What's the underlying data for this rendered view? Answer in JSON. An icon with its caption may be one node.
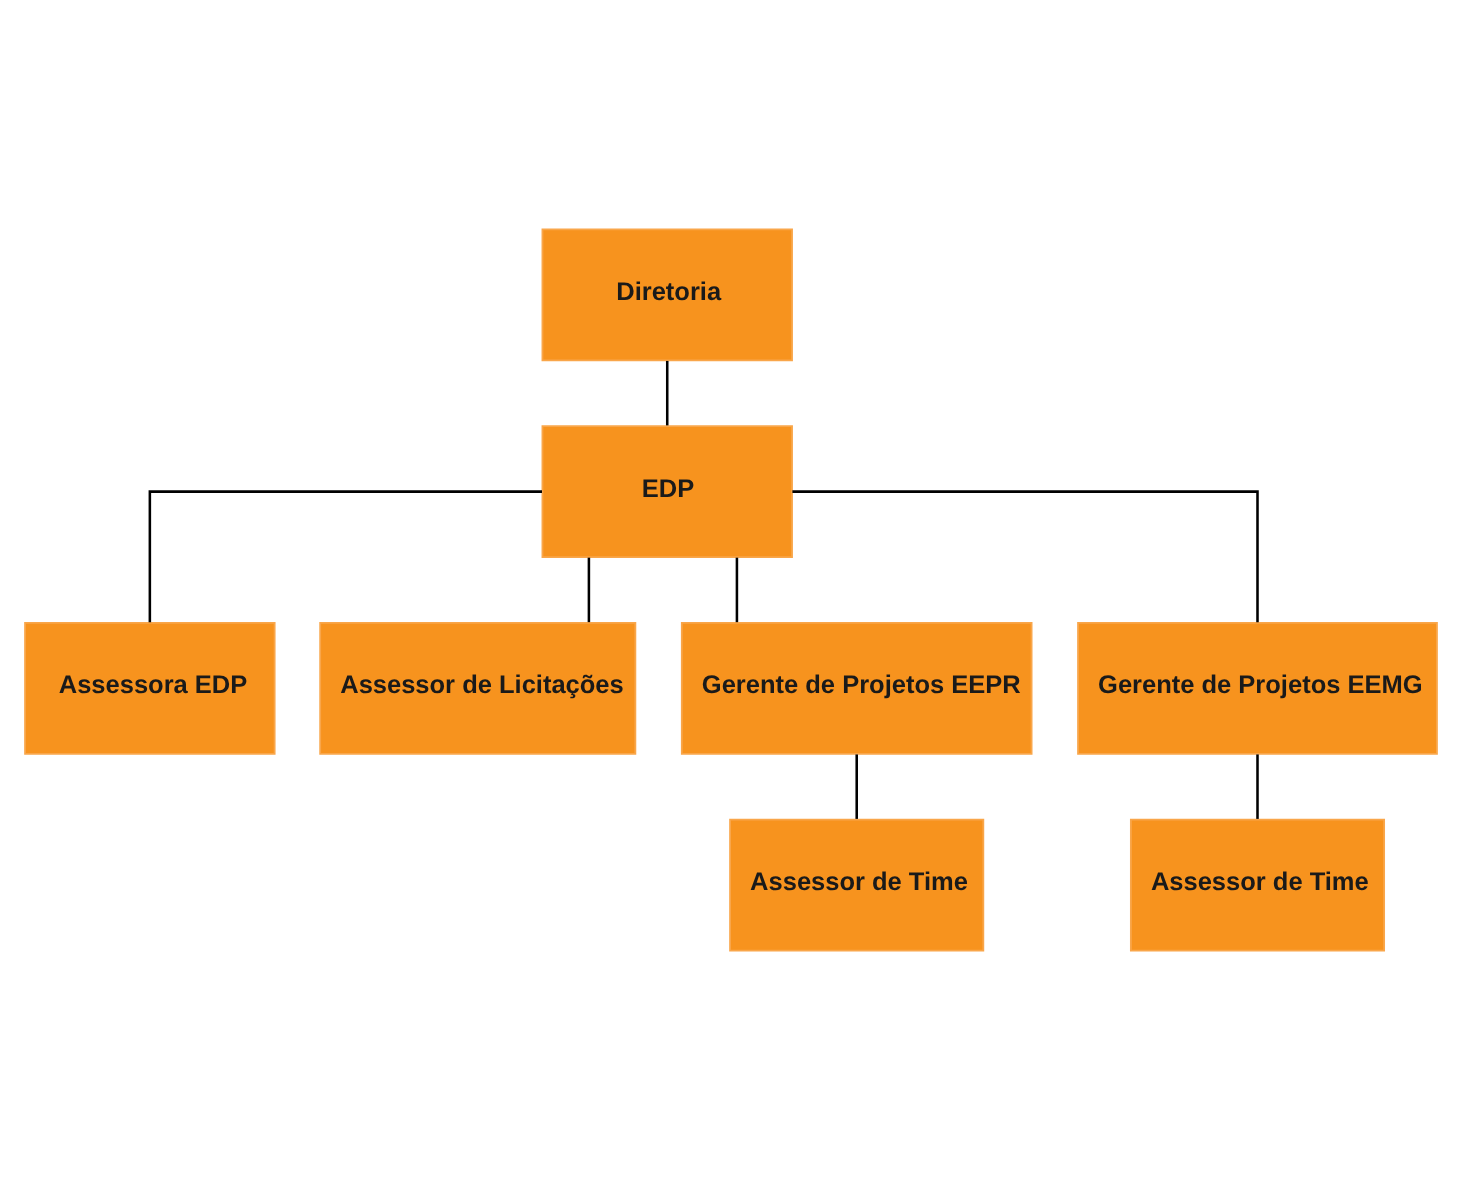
{
  "diagram": {
    "nodes": [
      {
        "text": [
          "Diretoria"
        ]
      },
      {
        "text": [
          "EDP"
        ]
      },
      {
        "text": [
          "Assessora EDP"
        ]
      },
      {
        "text": [
          "Assessor de Licitações"
        ]
      },
      {
        "text": [
          "Gerente de Projetos EEPR"
        ]
      },
      {
        "text": [
          "Gerente de Projetos EEMG"
        ]
      },
      {
        "text": [
          "Assessor de Time"
        ]
      },
      {
        "text": [
          "Assessor de Time"
        ]
      }
    ],
    "edges": [
      {
        "from": 0,
        "to": 1,
        "arrow": "none"
      },
      {
        "from": 1,
        "to": 2,
        "arrow": "none"
      },
      {
        "from": 1,
        "to": 3,
        "arrow": "none"
      },
      {
        "from": 1,
        "to": 4,
        "arrow": "none"
      },
      {
        "from": 1,
        "to": 5,
        "arrow": "none"
      },
      {
        "from": 4,
        "to": 6,
        "arrow": "none"
      },
      {
        "from": 5,
        "to": 7,
        "arrow": "none"
      }
    ]
  }
}
